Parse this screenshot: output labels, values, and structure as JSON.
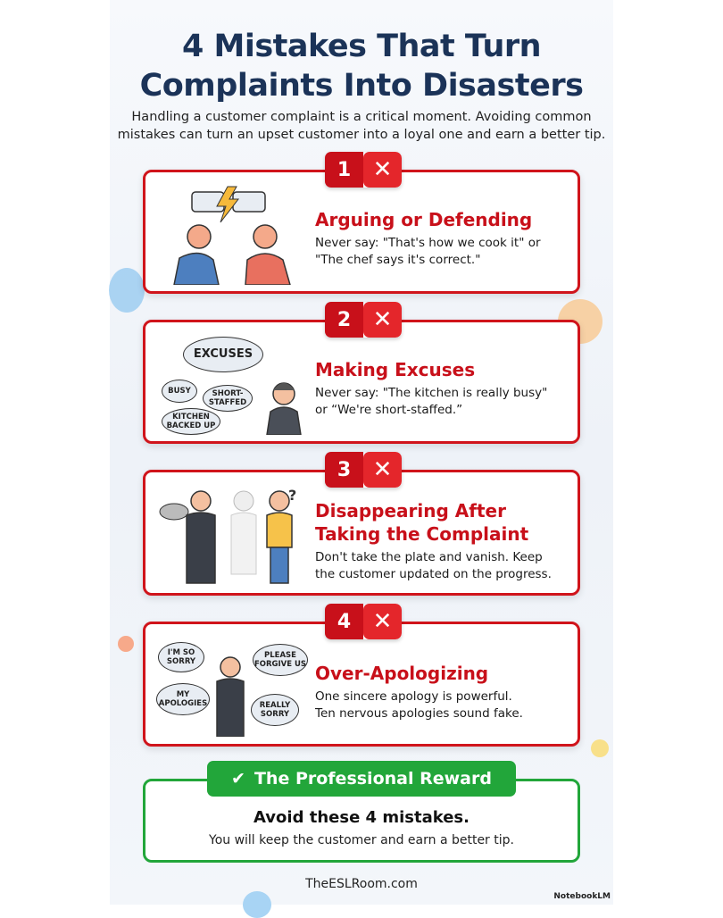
{
  "title_line1": "4 Mistakes That Turn",
  "title_line2": "Complaints Into Disasters",
  "subtitle_line1": "Handling a customer complaint is a critical moment. Avoiding common",
  "subtitle_line2": "mistakes can turn an upset customer into a loyal one and earn a better tip.",
  "mistakes": [
    {
      "number": "1",
      "heading": "Arguing or Defending",
      "desc_line1": "Never say: \"That's how we cook it\" or",
      "desc_line2": "\"The chef says it's correct.\"",
      "bubbles": [
        "...",
        "~~"
      ]
    },
    {
      "number": "2",
      "heading": "Making Excuses",
      "desc_line1": "Never say: \"The kitchen is really busy\"",
      "desc_line2": "or “We're short-staffed.”",
      "bubbles": [
        "EXCUSES",
        "BUSY",
        "SHORT-STAFFED",
        "KITCHEN BACKED UP"
      ]
    },
    {
      "number": "3",
      "heading_line1": "Disappearing After",
      "heading_line2": "Taking the Complaint",
      "desc_line1": "Don't take the plate and vanish. Keep",
      "desc_line2": "the customer updated on the progress.",
      "bubbles": [
        "?"
      ]
    },
    {
      "number": "4",
      "heading": "Over-Apologizing",
      "desc_line1": "One sincere apology is powerful.",
      "desc_line2": "Ten nervous apologies sound fake.",
      "bubbles": [
        "I'M SO SORRY",
        "PLEASE FORGIVE US",
        "MY APOLOGIES",
        "REALLY SORRY"
      ]
    }
  ],
  "x_symbol": "✕",
  "reward": {
    "badge": "The Professional Reward",
    "check": "✔",
    "heading": "Avoid these 4 mistakes.",
    "desc": "You will keep the customer and earn a better tip."
  },
  "footer": "TheESLRoom.com",
  "watermark": "NotebookLM",
  "colors": {
    "navy": "#1b3358",
    "red": "#c8101a",
    "green": "#22a63a"
  }
}
